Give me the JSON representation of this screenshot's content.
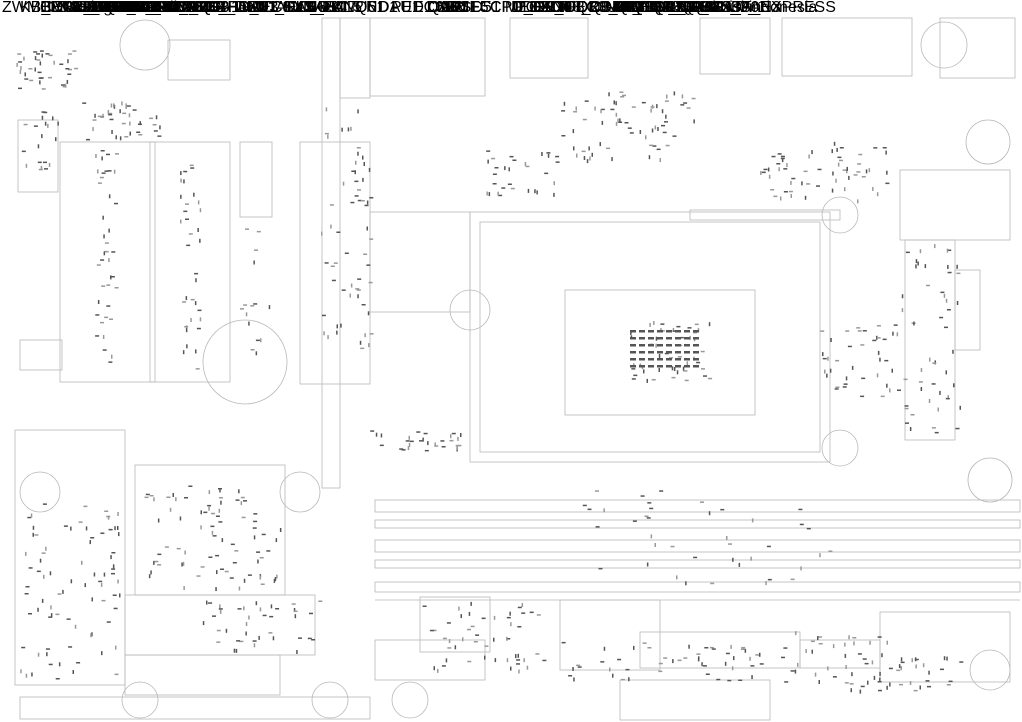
{
  "file_label": "ZWMB-Gaming3-1.01.sil",
  "labels": [
    "CEC13",
    "CEC12",
    "CEC16",
    "CEC17",
    "CEC15",
    "CEC14",
    "CEC11",
    "CU6",
    "CD4",
    "CD8",
    "FU3",
    "SYS_FAN2",
    "EC15",
    "Q61",
    "AUDIO_HS",
    "CU1",
    "CU3",
    "CD3",
    "CD2",
    "CL2",
    "CL1",
    "CU2",
    "AUDIO",
    "CEC10",
    "CEC7",
    "CEC9",
    "CEC5",
    "PAEC1",
    "PAEC2",
    "SYS_FAN1",
    "FU2",
    "U1",
    "U3",
    "U4",
    "U5",
    "ND1",
    "PED1",
    "USB30_LAN",
    "UEC4",
    "R_USB",
    "R_USB30",
    "HDMI",
    "DVI",
    "VGA",
    "KB_MS",
    "ESD12",
    "CN1",
    "ESD3",
    "ESD4",
    "Q1",
    "HU2",
    "HU3",
    "UEC6",
    "DACEC1",
    "DACL1",
    "DAEC1",
    "DAEC2",
    "DAL1",
    "ATX_12V_2X4",
    "LAX1",
    "LAU1",
    "MOS_HS_T",
    "LGA1150",
    "DA_DQ1",
    "DB_DQ1",
    "DA_DL1",
    "DB_DL1",
    "DAEC3",
    "DAEC6",
    "DAEC9",
    "DAEC8",
    "DD_DL1",
    "DAEC4",
    "DAEC5",
    "DC_DL1",
    "DAEC7",
    "DAU1",
    "DAP1",
    "DU1",
    "EC1",
    "CPU_FAN",
    "CPU_OPT",
    "U6",
    "MEC1 MEC2",
    "M2",
    "Q26",
    "EC6",
    "NX1",
    "PCH",
    "EC9",
    "Q34",
    "NQ1",
    "F5",
    "ESD5",
    "ESD6",
    "UEC3",
    "F3",
    "Q8",
    "SIO",
    "NQ9",
    "M2Q1",
    "NQ12",
    "NQ11",
    "NQ13",
    "DDR3_4",
    "DDR3_2",
    "DDR3_3",
    "DDR3_1",
    "M_BIOS",
    "B_BIOS",
    "MAU1",
    "U14",
    "MEC4",
    "MEC3",
    "ML1",
    "ML2",
    "MAEC2",
    "MAEC1",
    "EC8",
    "EC13",
    "Q38",
    "Q49",
    "FAN3",
    "SYS_FAN3",
    "UEC1",
    "ATX",
    "FU4",
    "F_USB30",
    "OQ4",
    "SATA3_0_1",
    "teknisi indonesia",
    "SATA_EXPRESS"
  ]
}
